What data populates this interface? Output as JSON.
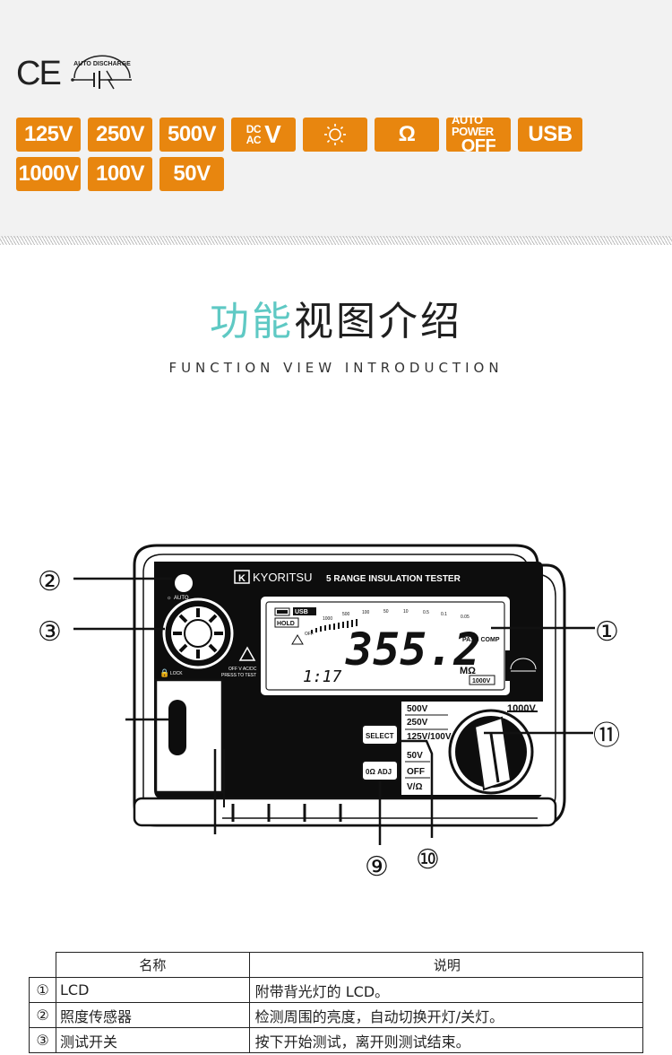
{
  "certifications": {
    "ce_label": "CE",
    "discharge_label": "AUTO DISCHARGE"
  },
  "badges": {
    "row1": [
      "125V",
      "250V",
      "500V",
      "DC AC V",
      "backlight",
      "Ω",
      "AUTO POWER OFF",
      "USB"
    ],
    "row2": [
      "1000V",
      "100V",
      "50V"
    ],
    "dc": "DC",
    "ac": "AC",
    "v": "V",
    "apo_top": "AUTO POWER",
    "apo_bottom": "OFF",
    "color": "#e8860f"
  },
  "section": {
    "title_accent": "功能",
    "title_rest": "视图介绍",
    "subtitle": "FUNCTION VIEW INTRODUCTION",
    "accent_color": "#5fc9c4"
  },
  "device": {
    "brand": "KYORITSU",
    "model": "5 RANGE INSULATION TESTER",
    "display_value": "355.2",
    "display_unit": "MΩ",
    "display_small": "1:17",
    "hold": "HOLD",
    "pass_comp": "PASS COMP",
    "range_tag": "1000V",
    "bar_scale": [
      "OFF",
      "1000",
      "500",
      "100",
      "50",
      "10",
      "0.5",
      "0.1",
      "0.05"
    ],
    "sensor_label": "AUTO",
    "lock_label": "LOCK",
    "warning_text_1": "OFF V AC/DC",
    "warning_text_2": "PRESS TO TEST",
    "buttons": {
      "select": "SELECT",
      "zero_adj": "0Ω ADJ"
    },
    "dial_positions": [
      "1000V",
      "500V",
      "250V",
      "125V/100V",
      "50V",
      "OFF",
      "V/Ω"
    ],
    "callouts": [
      "①",
      "②",
      "③",
      "⑨",
      "⑩",
      "⑪"
    ]
  },
  "table": {
    "headers": [
      "名称",
      "说明"
    ],
    "rows": [
      {
        "num": "①",
        "name": "LCD",
        "desc": "附带背光灯的 LCD。"
      },
      {
        "num": "②",
        "name": "照度传感器",
        "desc": "检测周围的亮度，自动切换开灯/关灯。"
      },
      {
        "num": "③",
        "name": "测试开关",
        "desc": "按下开始测试，离开则测试结束。"
      }
    ]
  }
}
